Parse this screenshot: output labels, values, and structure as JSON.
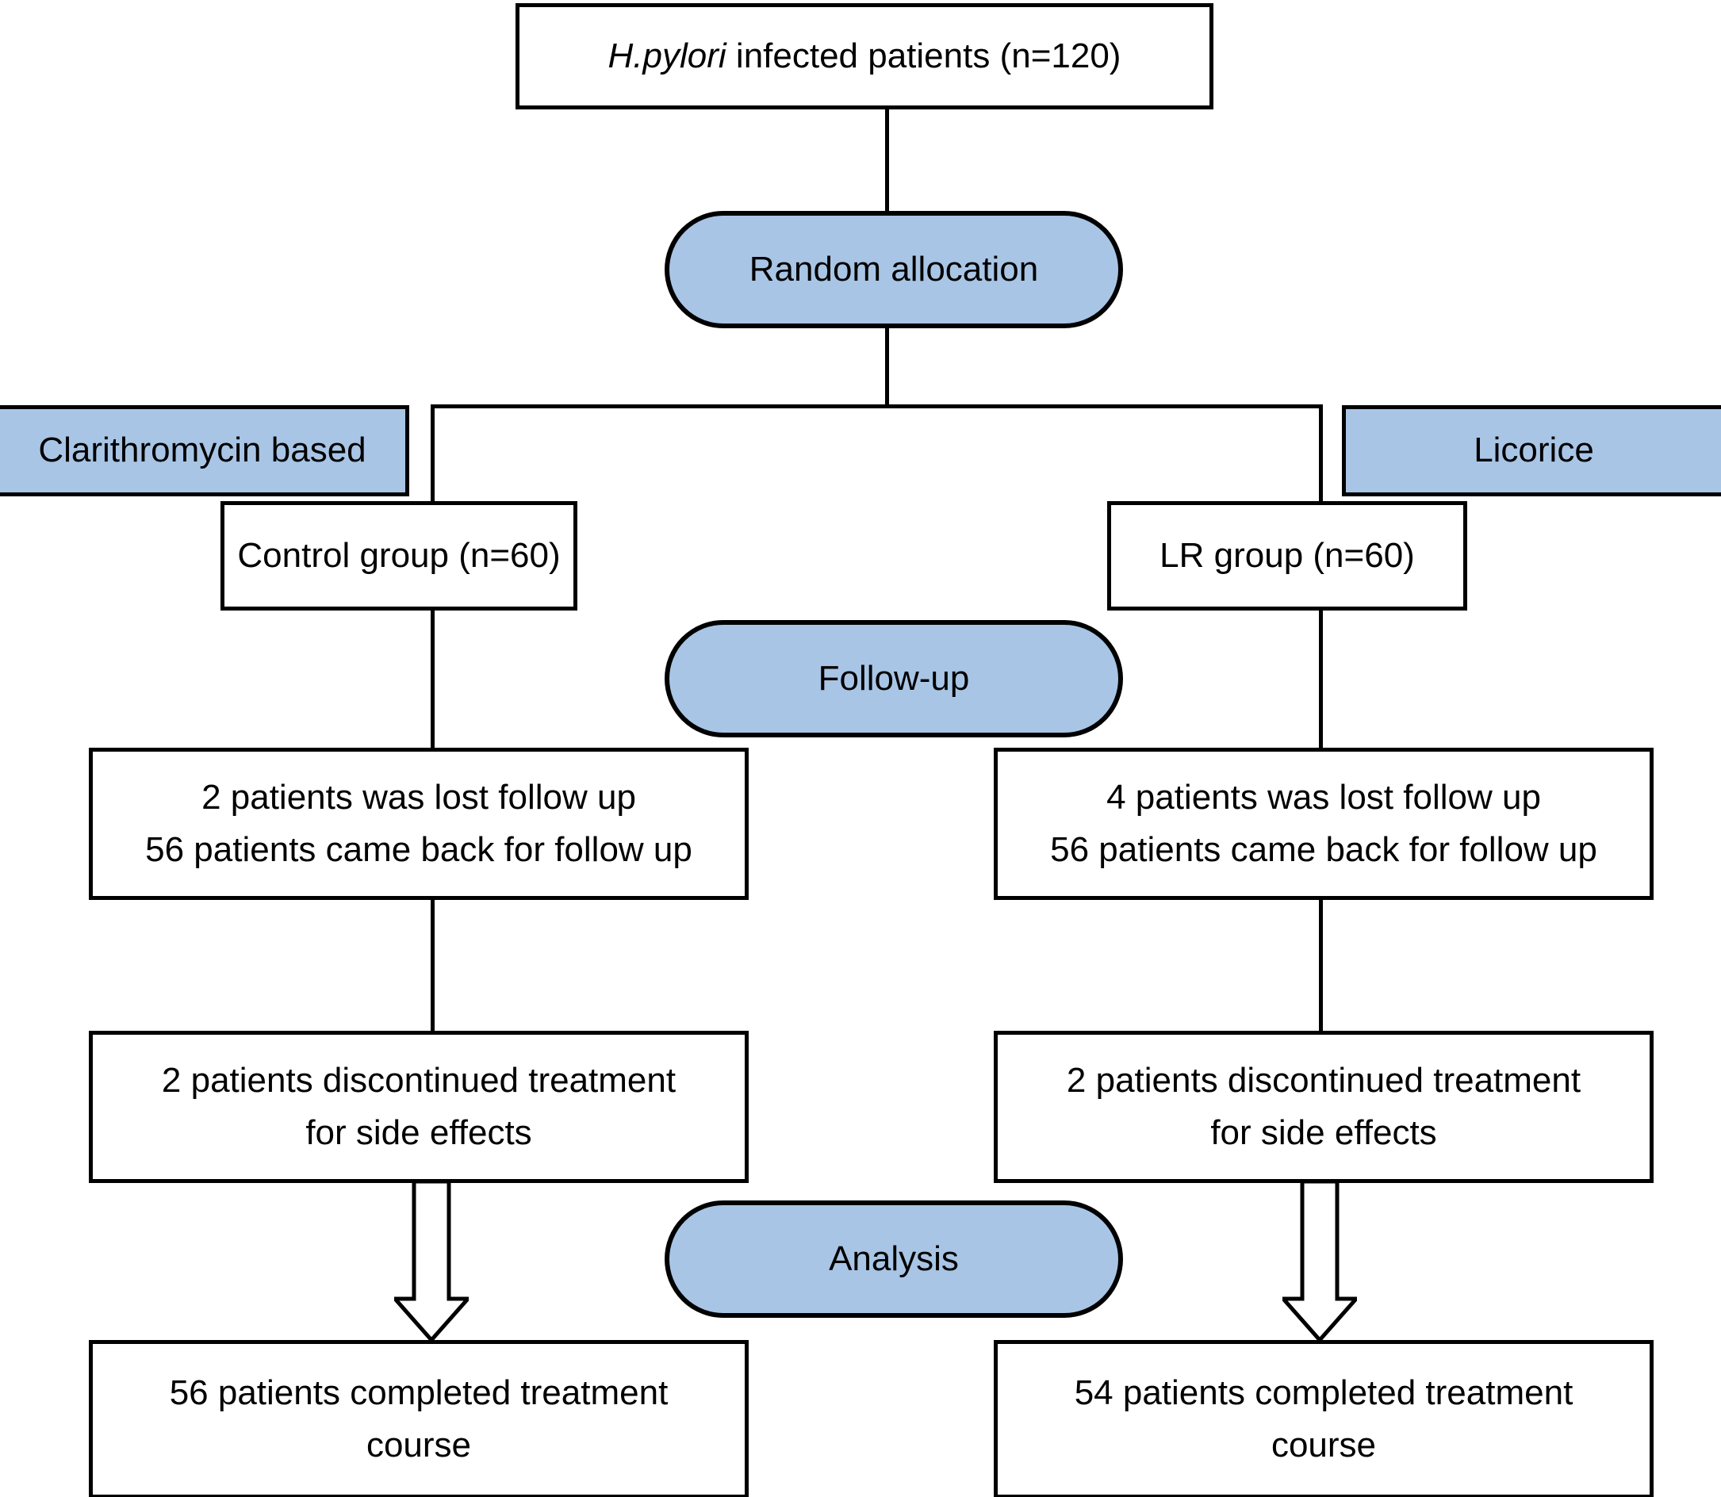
{
  "diagram": {
    "type": "CONSORT-style patient flow chart",
    "accent_color": "#a8c5e5",
    "line_color": "#000000",
    "background": "#ffffff"
  },
  "nodes": {
    "enrollment": {
      "label_italic": "H.pylori",
      "label_rest": " infected patients (n=120)",
      "shape": "rectangle",
      "fill": "#ffffff"
    },
    "random_allocation": {
      "label": "Random allocation",
      "shape": "stadium",
      "fill": "#a8c5e5"
    },
    "arm_left_tag": {
      "label": "Clarithromycin based",
      "shape": "rectangle",
      "fill": "#a8c5e5"
    },
    "arm_right_tag": {
      "label": "Licorice",
      "shape": "rectangle",
      "fill": "#a8c5e5"
    },
    "control_group": {
      "label": "Control group (n=60)",
      "shape": "rectangle",
      "fill": "#ffffff"
    },
    "lr_group": {
      "label": "LR group (n=60)",
      "shape": "rectangle",
      "fill": "#ffffff"
    },
    "follow_up_stage": {
      "label": "Follow-up",
      "shape": "stadium",
      "fill": "#a8c5e5"
    },
    "control_followup": {
      "line1": "2 patients was lost follow up",
      "line2": "56 patients came back for follow up",
      "shape": "rectangle",
      "fill": "#ffffff"
    },
    "lr_followup": {
      "line1": "4 patients was lost follow up",
      "line2": "56 patients came back for follow up",
      "shape": "rectangle",
      "fill": "#ffffff"
    },
    "control_discontinued": {
      "line1": "2 patients discontinued treatment",
      "line2": "for side effects",
      "shape": "rectangle",
      "fill": "#ffffff"
    },
    "lr_discontinued": {
      "line1": "2 patients discontinued treatment",
      "line2": "for side effects",
      "shape": "rectangle",
      "fill": "#ffffff"
    },
    "analysis_stage": {
      "label": "Analysis",
      "shape": "stadium",
      "fill": "#a8c5e5"
    },
    "control_completed": {
      "line1": "56 patients completed treatment",
      "line2": "course",
      "shape": "rectangle",
      "fill": "#ffffff"
    },
    "lr_completed": {
      "line1": "54 patients completed treatment",
      "line2": "course",
      "shape": "rectangle",
      "fill": "#ffffff"
    }
  },
  "chart_data": {
    "type": "flow",
    "title": "H.pylori infected patients (n=120)",
    "total_enrolled": 120,
    "arms": [
      {
        "name": "Control group",
        "regimen": "Clarithromycin based",
        "allocated": 60,
        "lost_to_followup": 2,
        "came_back_for_followup": 56,
        "discontinued_for_side_effects": 2,
        "completed_treatment_course": 56
      },
      {
        "name": "LR group",
        "regimen": "Licorice",
        "allocated": 60,
        "lost_to_followup": 4,
        "came_back_for_followup": 56,
        "discontinued_for_side_effects": 2,
        "completed_treatment_course": 54
      }
    ],
    "stages": [
      "Random allocation",
      "Follow-up",
      "Analysis"
    ]
  }
}
